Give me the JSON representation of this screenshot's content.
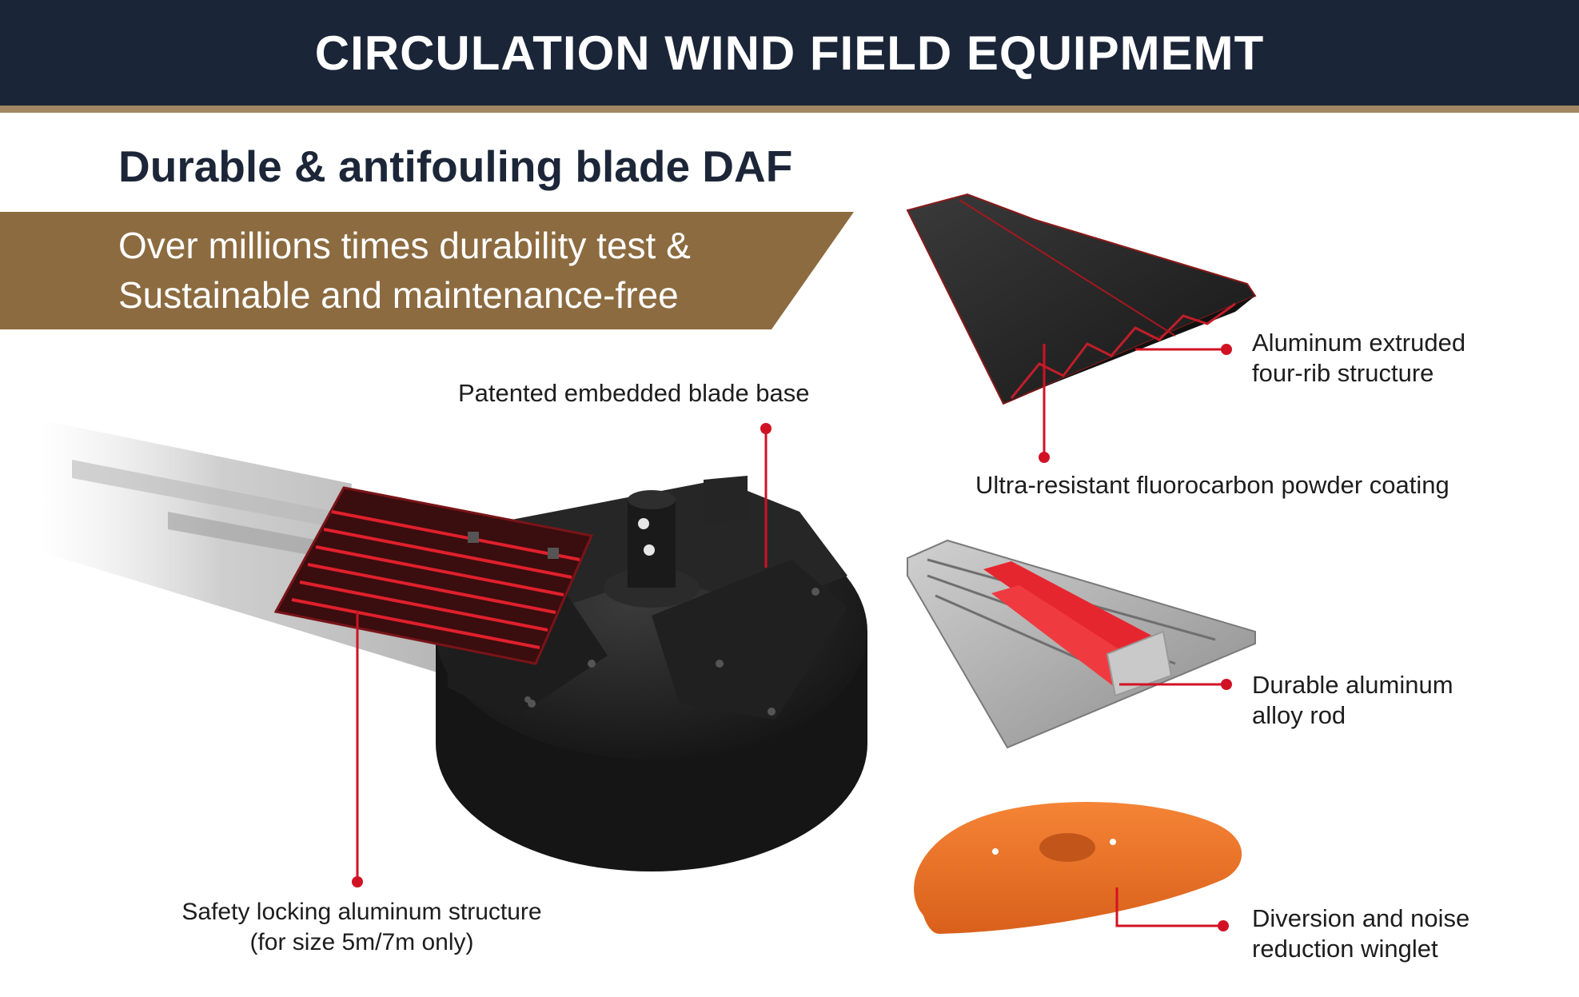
{
  "header": {
    "title": "CIRCULATION WIND FIELD EQUIPMEMT"
  },
  "section": {
    "title": "Durable & antifouling blade DAF"
  },
  "banner": {
    "line1": "Over millions times durability test &",
    "line2": "Sustainable and maintenance-free"
  },
  "callouts": {
    "blade_base": "Patented embedded blade base",
    "locking": {
      "line1": "Safety locking aluminum structure",
      "line2": "(for size 5m/7m only)"
    },
    "four_rib": {
      "line1": "Aluminum extruded",
      "line2": "four-rib structure"
    },
    "coating": "Ultra-resistant fluorocarbon powder coating",
    "alloy_rod": {
      "line1": "Durable aluminum",
      "line2": "alloy rod"
    },
    "winglet": {
      "line1": "Diversion and noise",
      "line2": "reduction winglet"
    }
  },
  "colors": {
    "navy": "#1b2538",
    "gold": "#a08761",
    "banner_brown": "#8c6b40",
    "accent_red": "#d11224",
    "winglet_orange": "#ec6d24",
    "blade_dark": "#232323"
  },
  "icons": {
    "callout_marker": "red-dot-icon"
  }
}
